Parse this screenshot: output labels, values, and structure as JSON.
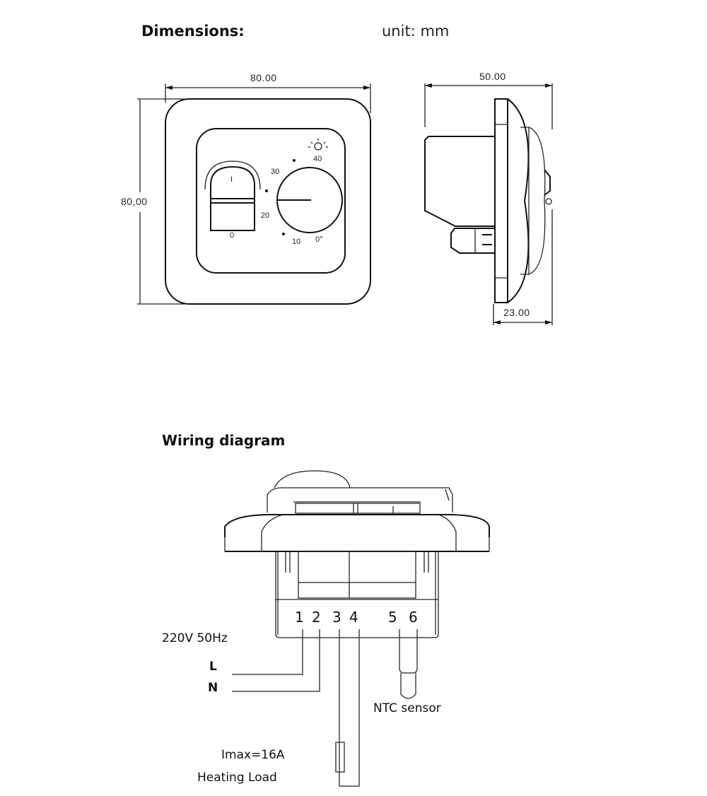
{
  "dimensions_section": {
    "title": "Dimensions:",
    "unit_label": "unit: mm",
    "front_view": {
      "width_label": "80.00",
      "height_label": "80,00",
      "switch_on_label": "I",
      "switch_off_label": "0",
      "dial_scale": [
        "30",
        "40",
        "20",
        "10",
        "0°"
      ],
      "sun_icon": "sun-icon"
    },
    "side_view": {
      "depth_label": "50.00",
      "front_depth_label": "23.00"
    }
  },
  "wiring_section": {
    "title": "Wiring diagram",
    "terminals": [
      "1",
      "2",
      "3",
      "4",
      "5",
      "6"
    ],
    "supply_label": "220V 50Hz",
    "line_label": "L",
    "neutral_label": "N",
    "sensor_label": "NTC sensor",
    "current_label": "Imax=16A",
    "load_label": "Heating Load"
  },
  "colors": {
    "line": "#111111",
    "background": "#ffffff"
  }
}
